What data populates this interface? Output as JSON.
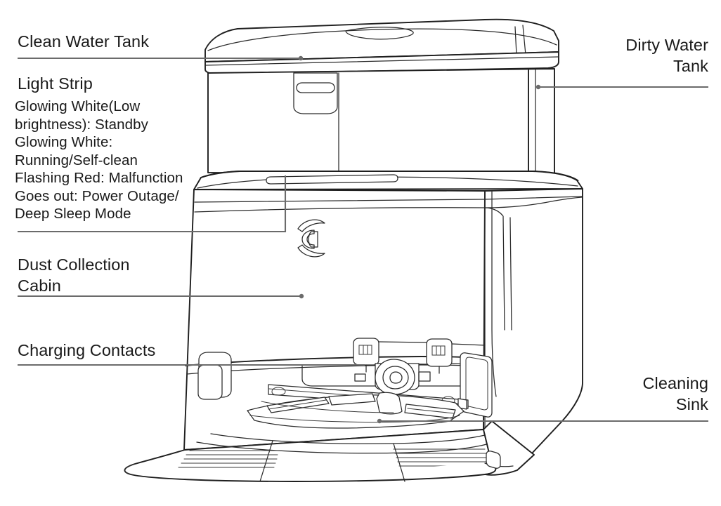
{
  "diagram": {
    "subject": "robot-vacuum-docking-station",
    "line_color": "#1f1f1f",
    "leader_color": "#6b6b6b",
    "text_color": "#1a1a1a",
    "background": "#ffffff"
  },
  "callouts": {
    "clean_water_tank": {
      "label": "Clean Water Tank"
    },
    "light_strip": {
      "label": "Light Strip",
      "detail": "Glowing White(Low\nbrightness): Standby\nGlowing White:\nRunning/Self-clean\nFlashing Red: Malfunction\nGoes out: Power Outage/\nDeep Sleep Mode"
    },
    "dust_collection_cabin": {
      "label": "Dust Collection\nCabin"
    },
    "charging_contacts": {
      "label": "Charging Contacts"
    },
    "dirty_water_tank": {
      "label": "Dirty Water\nTank"
    },
    "cleaning_sink": {
      "label": "Cleaning\nSink"
    }
  },
  "device_parts": {
    "lid": "tank-lid",
    "lid_handle": "lid-handle-slot",
    "upper_tank_body": "upper-tank-housing",
    "light_strip_slot": "light-strip-slot",
    "brand_logo": "brand-logo",
    "base_housing": "base-housing",
    "charging_contact_left": "charging-contact-left",
    "charging_contact_right": "charging-contact-right",
    "mop_spindle": "mop-spindle",
    "sink_tray": "cleaning-sink-tray",
    "ramp": "entry-ramp",
    "side_latch": "side-latch"
  }
}
